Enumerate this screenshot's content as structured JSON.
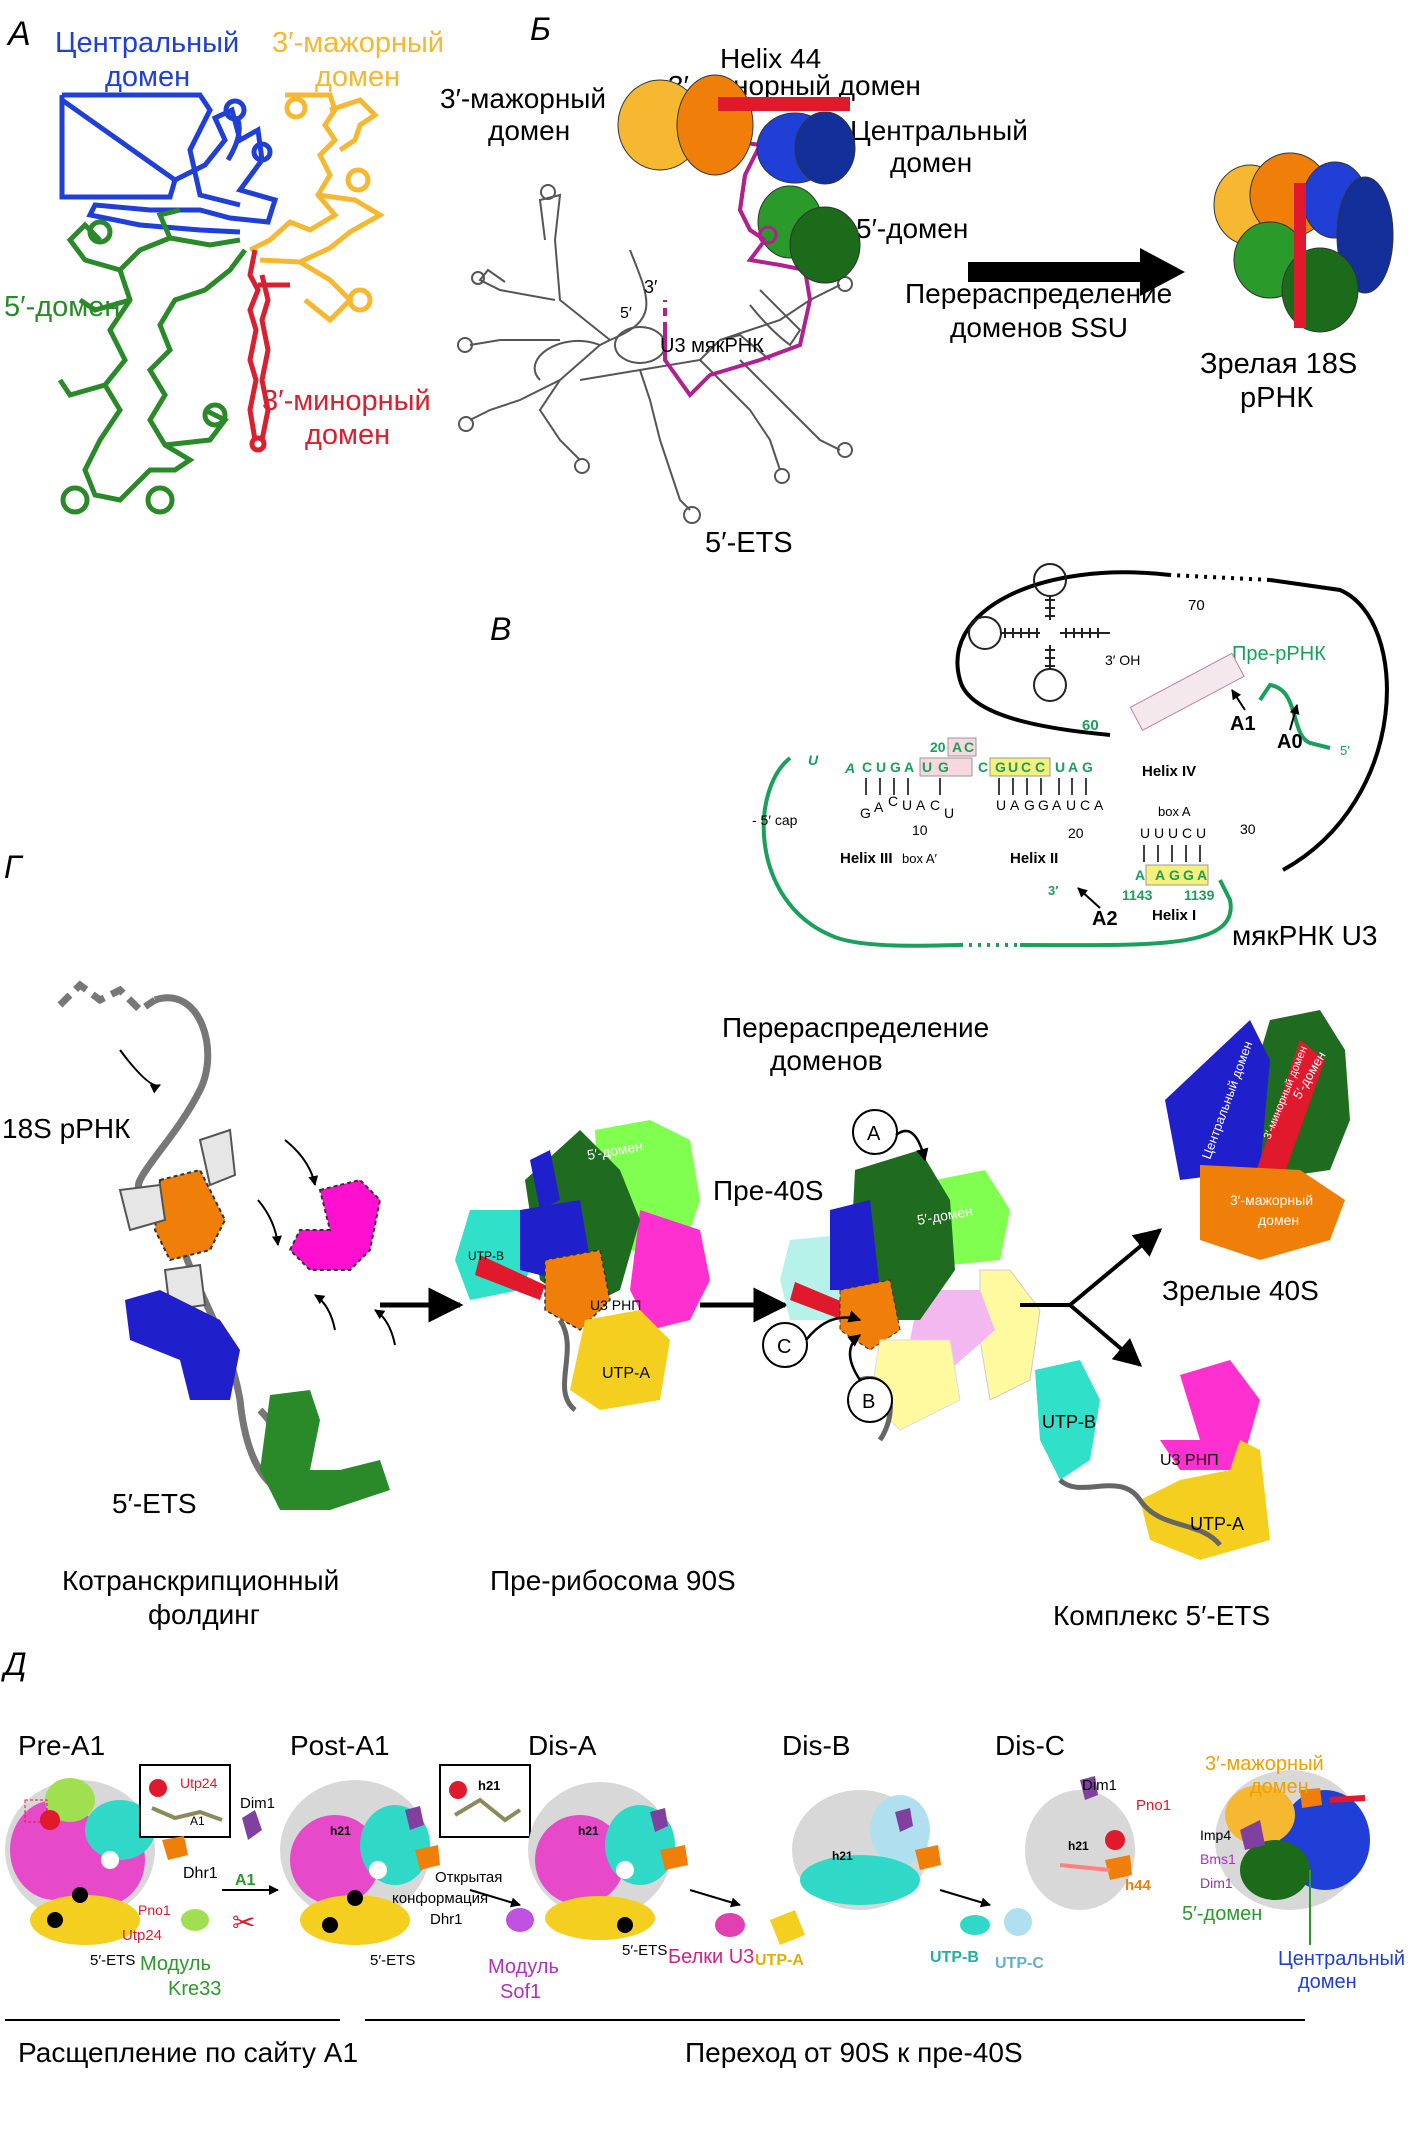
{
  "panels": {
    "A": "А",
    "B": "Б",
    "V": "В",
    "G": "Г",
    "D": "Д"
  },
  "panelA": {
    "central": [
      "Центральный",
      "домен"
    ],
    "major3": [
      "3′-мажорный",
      "домен"
    ],
    "domain5": "5′-домен",
    "minor3": [
      "3′-минорный",
      "домен"
    ],
    "colors": {
      "central": "#1f3fd6",
      "major3": "#f5b830",
      "domain5": "#2a8a2a",
      "minor3": "#d8202e"
    }
  },
  "panelB": {
    "helix44": "Helix 44",
    "minor3": "3′-минорный домен",
    "major3": [
      "3′-мажорный",
      "домен"
    ],
    "central": [
      "Центральный",
      "домен"
    ],
    "domain5": "5′-домен",
    "five_prime": "5′",
    "three_prime": "3′",
    "u3": "U3 мякРНК",
    "ets": "5′-ETS",
    "arrow": [
      "Перераспределение",
      "доменов SSU"
    ],
    "mature": [
      "Зрелая 18S",
      "рРНК"
    ]
  },
  "panelV": {
    "pre_rrna": "Пре-рРНК",
    "num70": "70",
    "oh": "3′ OH",
    "a1": "A1",
    "a0": "A0",
    "a2": "A2",
    "num60": "60",
    "num20": "20",
    "num10": "10",
    "num20b": "20",
    "num30": "30",
    "five": "5′",
    "three": "3′",
    "helix4": "Helix IV",
    "helix3": "Helix III",
    "helix2": "Helix II",
    "helix1": "Helix I",
    "boxA": "box A",
    "boxA2": "box A′",
    "cap": "- 5′ cap",
    "n1143": "1143",
    "n1139": "1139",
    "u3": "мякРНК U3",
    "seq_top": [
      "U",
      "A",
      "C",
      "U",
      "G",
      "A",
      "U",
      "G",
      "A",
      "C",
      "C",
      "G",
      "U",
      "C",
      "C",
      "U",
      "A",
      "G"
    ],
    "seq_bot": [
      "G",
      "A",
      "C",
      "U",
      "A",
      "C",
      "U",
      "U",
      "A",
      "G",
      "G",
      "A",
      "U",
      "C",
      "A"
    ],
    "loop4": [
      "A",
      "G",
      "C",
      "C",
      "A",
      "C",
      "U",
      "G",
      "G",
      "U",
      "C",
      "U",
      "A",
      "U"
    ],
    "tail": [
      "C",
      "C",
      "U",
      "A",
      "G",
      "U",
      "G"
    ],
    "h1_top": [
      "U",
      "U",
      "U",
      "C",
      "U"
    ],
    "h1_bot": [
      "A",
      "G",
      "G",
      "A"
    ]
  },
  "panelG": {
    "s18": "18S рРНК",
    "ets": "5′-ETS",
    "cotrans": [
      "Котранскрипционный",
      "фолдинг"
    ],
    "redistr": [
      "Перераспределение",
      "доменов"
    ],
    "pre40": "Пре-40S",
    "utpb": "UTP-B",
    "central": "Центральный домен",
    "domain5": "5′-домен",
    "u3rnp": "U3 РНП",
    "utpa": "UTP-A",
    "p90": "Пре-рибосома 90S",
    "mature40": "Зрелые 40S",
    "minor3": "3′-минорный домен",
    "major3": [
      "3′-мажорный",
      "домен"
    ],
    "complex": "Комплекс 5′-ETS",
    "a": "A",
    "b": "B",
    "c": "C"
  },
  "panelD": {
    "stages": [
      "Pre-A1",
      "Post-A1",
      "Dis-A",
      "Dis-B",
      "Dis-C"
    ],
    "utp24": "Utp24",
    "a1": "A1",
    "h21": "h21",
    "dhr1": "Dhr1",
    "dim1": "Dim1",
    "pno1": "Pno1",
    "module_kre": [
      "Модуль",
      "Kre33"
    ],
    "ets": "5′-ETS",
    "open": [
      "Открытая",
      "конформация",
      "Dhr1"
    ],
    "module_sof": [
      "Модуль",
      "Sof1"
    ],
    "u3prot": "Белки U3",
    "utpa": "UTP-A",
    "utpb": "UTP-B",
    "utpc": "UTP-C",
    "h44": "h44",
    "imp4": "Imp4",
    "bms1": "Bms1",
    "major3": [
      "3′-мажорный",
      "домен"
    ],
    "domain5": "5′-домен",
    "central": [
      "Центральный",
      "домен"
    ],
    "cleavage": "Расщепление по сайту А1",
    "transition": "Переход от 90S к пре-40S"
  }
}
